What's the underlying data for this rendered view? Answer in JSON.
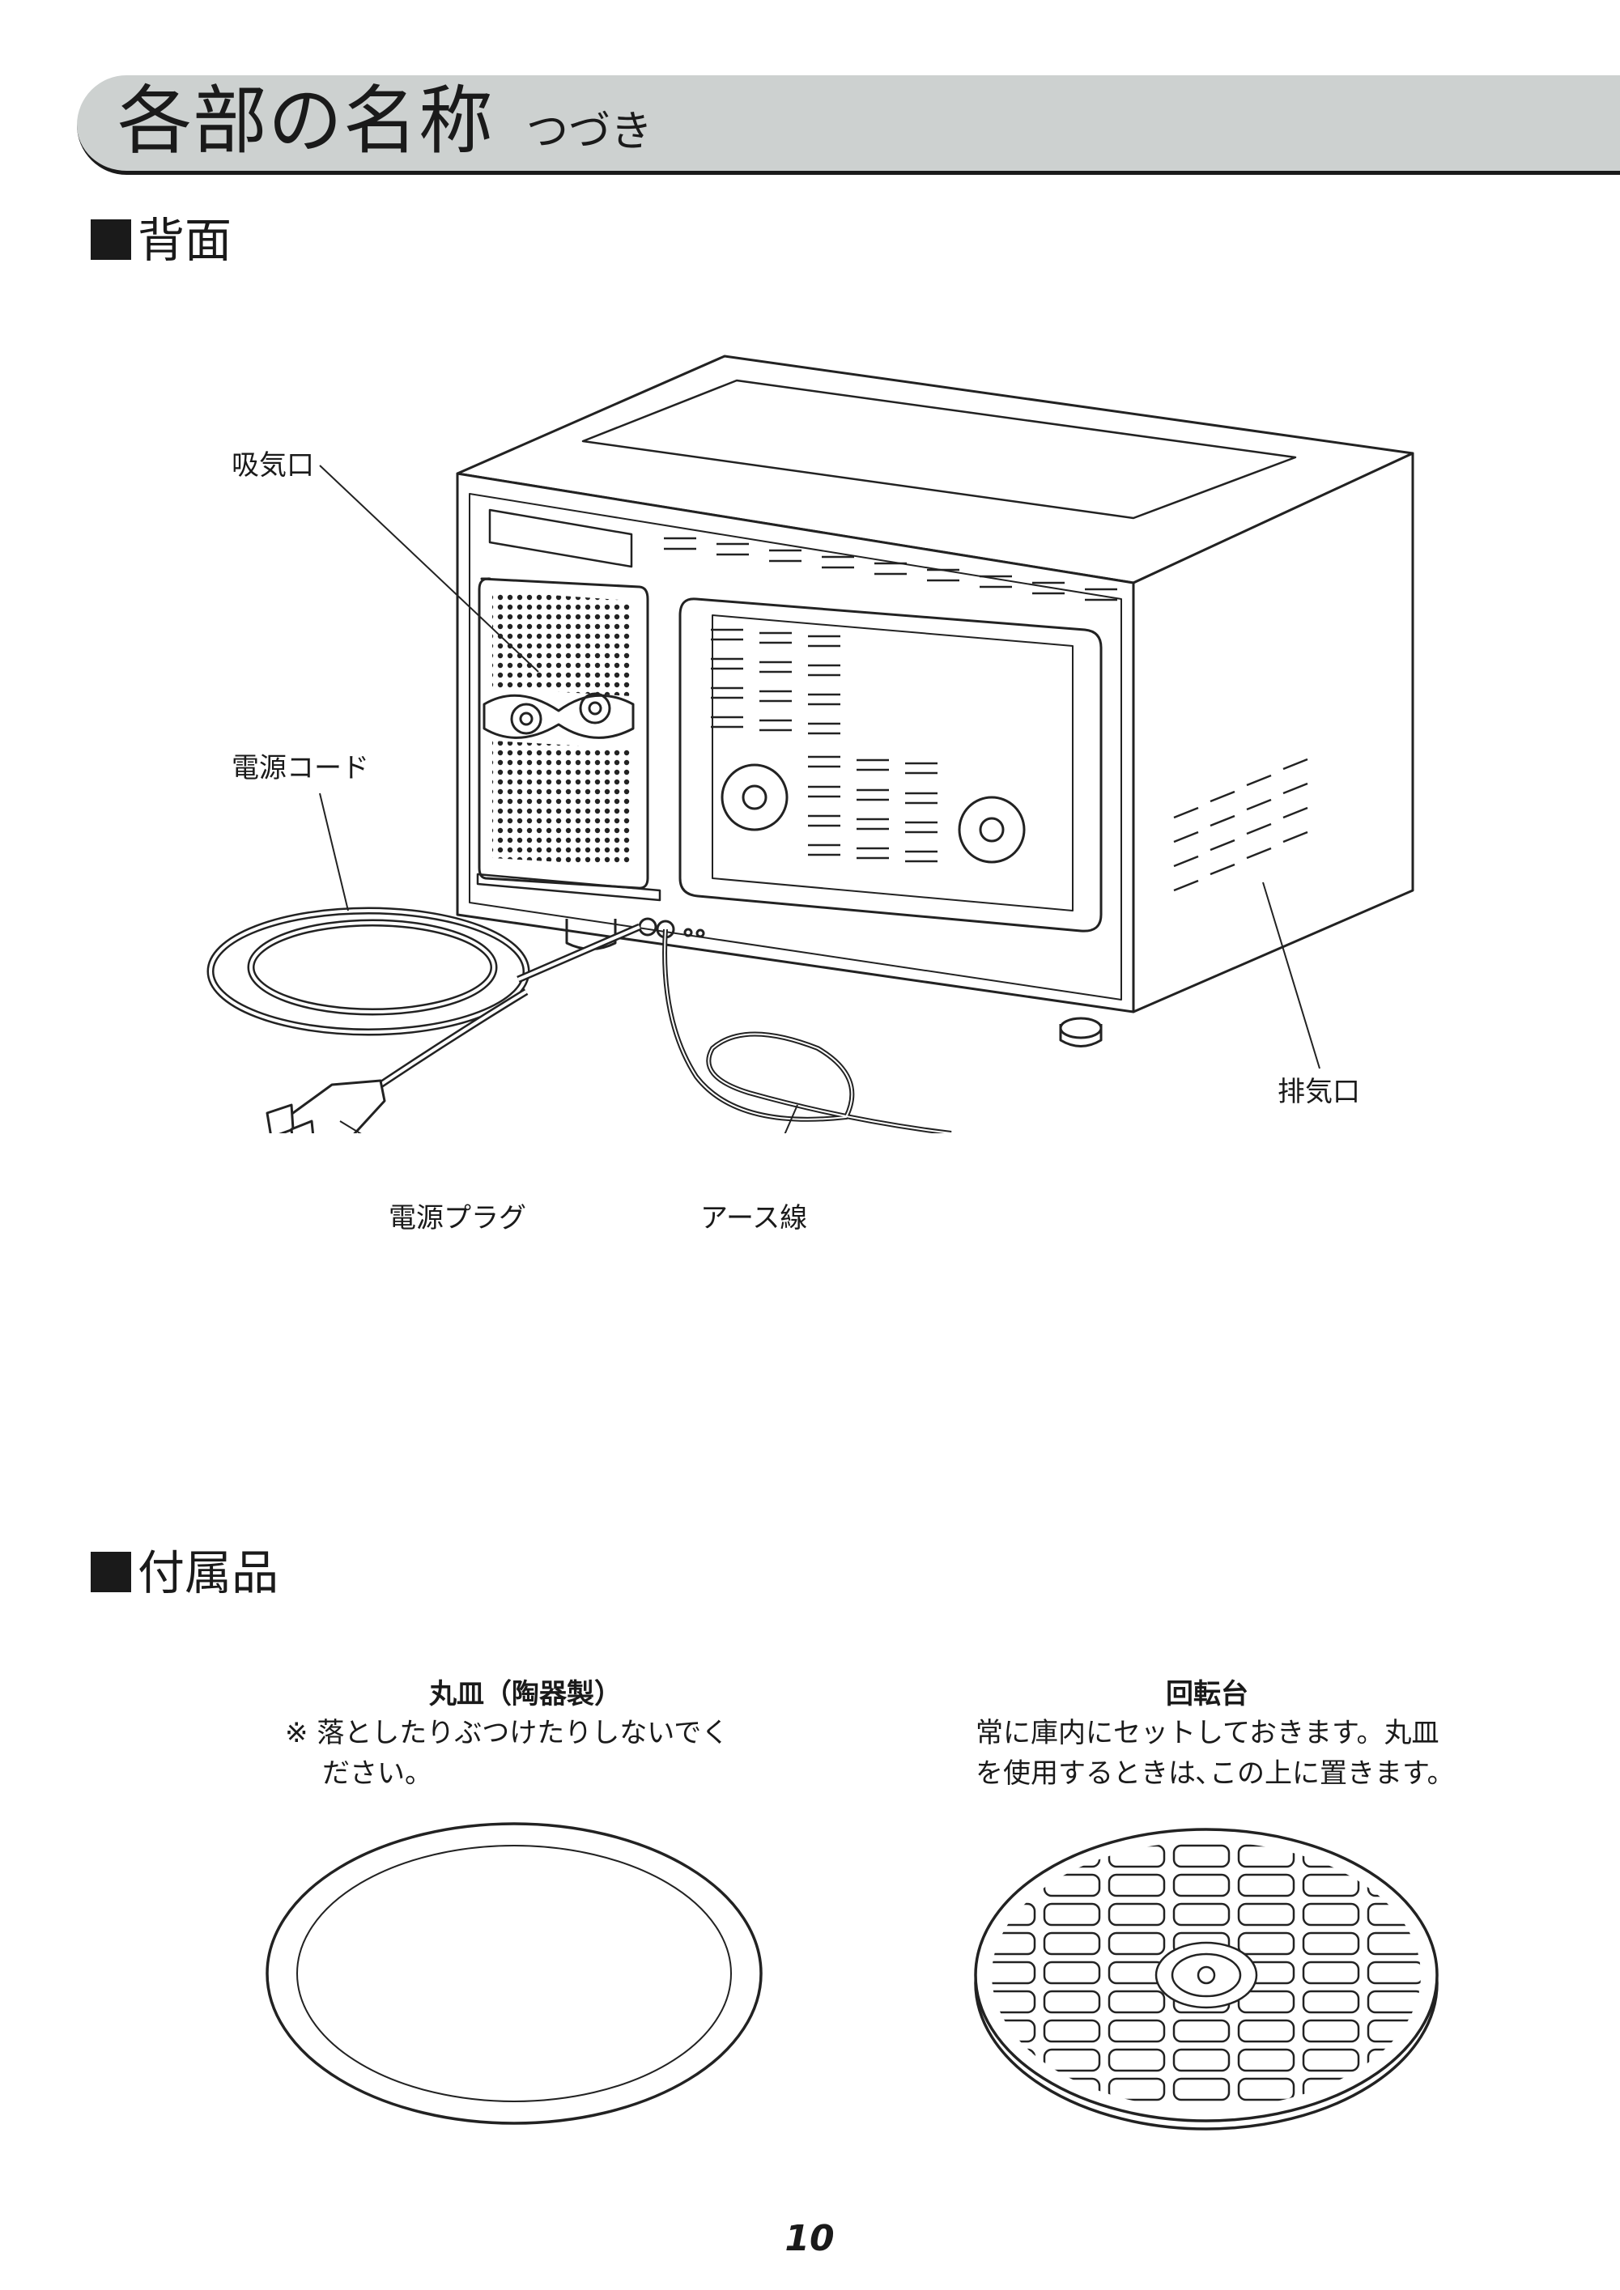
{
  "header": {
    "title": "各部の名称",
    "subtitle": "つづき"
  },
  "back_section": {
    "heading": "背面",
    "labels": {
      "intake": "吸気口",
      "power_cord": "電源コード",
      "exhaust": "排気口",
      "power_plug": "電源プラグ",
      "earth_wire": "アース線"
    }
  },
  "accessories_section": {
    "heading": "付属品",
    "items": [
      {
        "name": "丸皿（陶器製）",
        "note_mark": "※",
        "note_line1": "落としたりぶつけたりしないでく",
        "note_line2": "ださい。"
      },
      {
        "name": "回転台",
        "note_line1": "常に庫内にセットしておきます。丸皿",
        "note_line2": "を使用するときは､この上に置きます。"
      }
    ]
  },
  "page_number": "10"
}
